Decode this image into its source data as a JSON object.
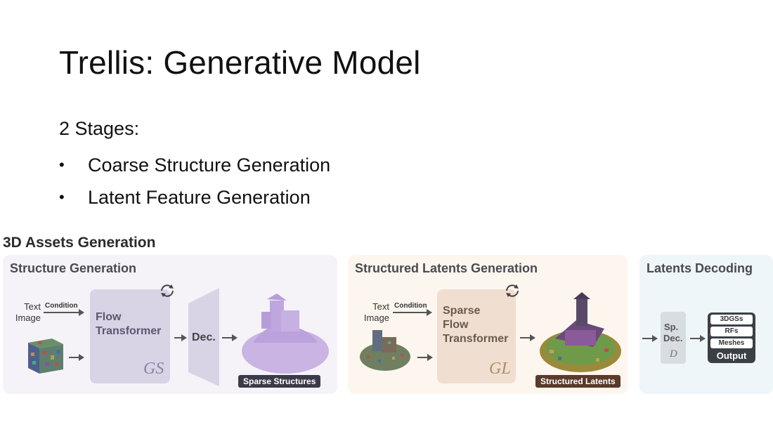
{
  "slide": {
    "title": "Trellis: Generative Model",
    "stages_heading": "2 Stages:",
    "bullets": [
      "Coarse Structure Generation",
      "Latent Feature Generation"
    ]
  },
  "figure": {
    "title": "3D Assets Generation",
    "structure": {
      "panel_title": "Structure Generation",
      "input_label_text": "Text",
      "input_label_image": "Image",
      "condition": "Condition",
      "transformer_label_1": "Flow",
      "transformer_label_2": "Transformer",
      "transformer_symbol": "GS",
      "decoder_label": "Dec.",
      "output_tag": "Sparse Structures"
    },
    "latents": {
      "panel_title": "Structured Latents Generation",
      "input_label_text": "Text",
      "input_label_image": "Image",
      "condition": "Condition",
      "transformer_label_1": "Sparse",
      "transformer_label_2": "Flow",
      "transformer_label_3": "Transformer",
      "transformer_symbol": "GL",
      "output_tag": "Structured Latents"
    },
    "decoding": {
      "panel_title": "Latents Decoding",
      "decoder_label_1": "Sp.",
      "decoder_label_2": "Dec.",
      "decoder_symbol": "D",
      "outputs": [
        "3DGSs",
        "RFs",
        "Meshes"
      ],
      "output_label": "Output"
    }
  },
  "colors": {
    "structure_box": "#d9d3e6",
    "structure_tag": "#3c3a4a",
    "latents_box": "#f0dfd0",
    "latents_tag": "#5a3a2a",
    "structure_mesh": "#c9b4e3",
    "decoder_box": "#d8dde2"
  }
}
